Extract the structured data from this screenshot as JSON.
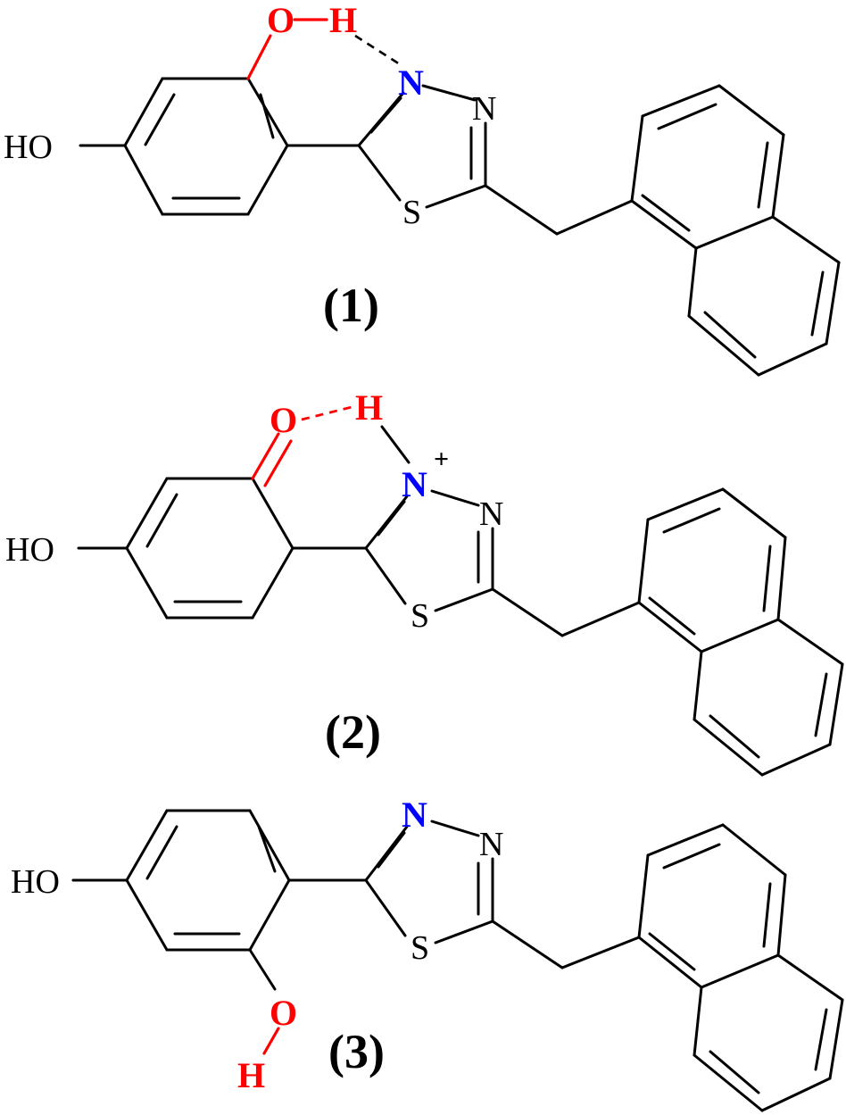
{
  "colors": {
    "bond": "#000000",
    "oxygen": "#ff0000",
    "nitrogen": "#0000ff"
  },
  "molecules": [
    {
      "label": "(1)",
      "atoms": {
        "ho": "HO",
        "o": "O",
        "h": "H",
        "n3": "N",
        "n4": "N",
        "s": "S"
      }
    },
    {
      "label": "(2)",
      "atoms": {
        "ho": "HO",
        "o": "O",
        "h": "H",
        "n3": "N",
        "charge": "+",
        "n4": "N",
        "s": "S"
      }
    },
    {
      "label": "(3)",
      "atoms": {
        "ho": "HO",
        "o": "O",
        "h": "H",
        "n3": "N",
        "n4": "N",
        "s": "S"
      }
    }
  ]
}
